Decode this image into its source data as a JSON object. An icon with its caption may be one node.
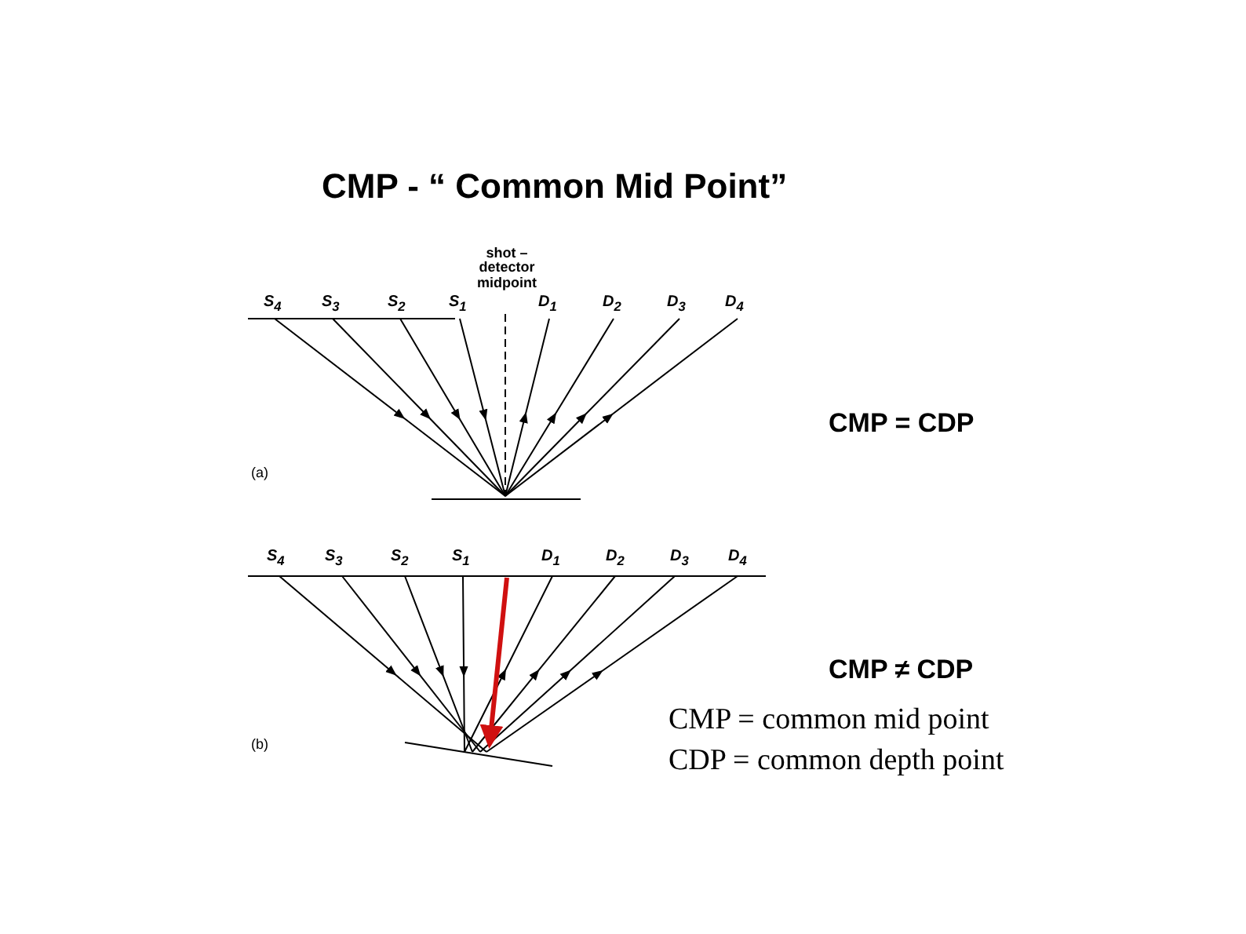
{
  "diagram": {
    "title": "CMP - “ Common Mid Point”",
    "labels": [
      "shot – detector midpoint",
      "S$_{4}$",
      "S$_{3}$",
      "S$_{2}$",
      "S$_{1}$",
      "D$_{1}$",
      "D$_{2}$",
      "D$_{3}$",
      "D$_{4}$",
      "CMP = CDP",
      "(a)",
      "S$_{4}$",
      "S$_{3}$",
      "S$_{2}$",
      "S$_{1}$",
      "D$_{1}$",
      "D$_{2}$",
      "D$_{3}$",
      "D$_{4}$",
      "CMP ≠ CDP",
      "CMP = common mid point",
      "(b)",
      "CDP = common depth point"
    ]
  }
}
